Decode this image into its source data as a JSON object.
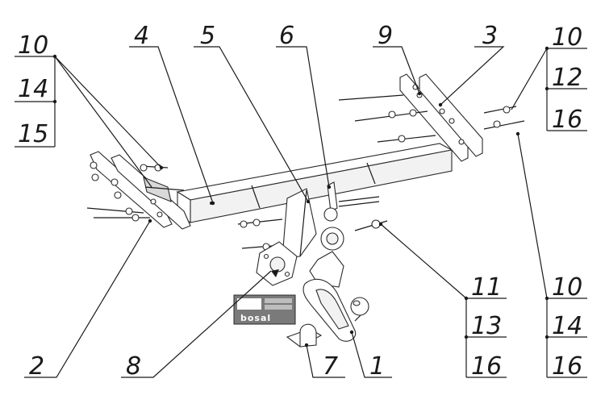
{
  "callouts": {
    "c4": "4",
    "c5": "5",
    "c6": "6",
    "c9": "9",
    "c3": "3",
    "left_top": "10",
    "left_mid": "14",
    "left_bot": "15",
    "right_top": "10",
    "right_mid": "12",
    "right_bot": "16",
    "rb_top": "10",
    "rb_mid": "14",
    "rb_bot": "16",
    "mid_top": "11",
    "mid_mid": "13",
    "mid_bot": "16",
    "c2": "2",
    "c8": "8",
    "c7": "7",
    "c1": "1"
  },
  "plate": {
    "brand": "bosal"
  },
  "colors": {
    "line": "#1a1a1a",
    "plate": "#7a7a7a",
    "paper": "#ffffff"
  }
}
